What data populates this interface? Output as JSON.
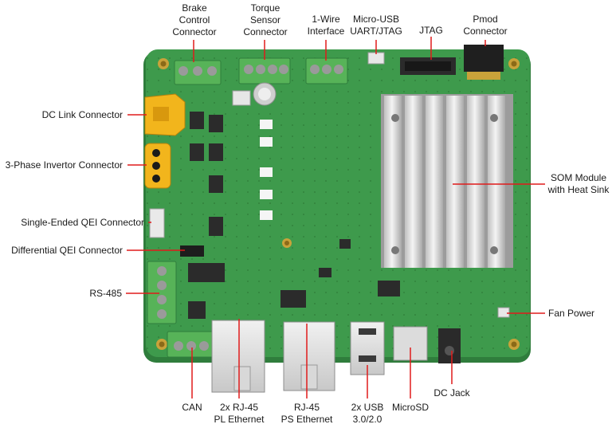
{
  "labels": {
    "brake": [
      "Brake",
      "Control",
      "Connector"
    ],
    "torque": [
      "Torque",
      "Sensor",
      "Connector"
    ],
    "onewire": [
      "1-Wire",
      "Interface"
    ],
    "microusb": [
      "Micro-USB",
      "UART/JTAG"
    ],
    "jtag": "JTAG",
    "pmod": [
      "Pmod",
      "Connector"
    ],
    "dclink": "DC Link Connector",
    "threephase": "3-Phase Invertor Connector",
    "seqei": "Single-Ended QEI Connector",
    "diffqei": "Differential QEI Connector",
    "rs485": "RS-485",
    "som": [
      "SOM Module",
      "with Heat Sink"
    ],
    "fan": "Fan Power",
    "dcjack": "DC Jack",
    "can": "CAN",
    "rj45pl": [
      "2x RJ-45",
      "PL Ethernet"
    ],
    "rj45ps": [
      "RJ-45",
      "PS Ethernet"
    ],
    "usb": [
      "2x USB",
      "3.0/2.0"
    ],
    "microsd": "MicroSD"
  },
  "colors": {
    "pcb": "#3e9a4c",
    "pcb_edge": "#2f7d3c",
    "terminal": "#57b358",
    "heatsink": "#dcdcdc",
    "xt_connector": "#f2b51c",
    "leader": "#e01b1b"
  }
}
